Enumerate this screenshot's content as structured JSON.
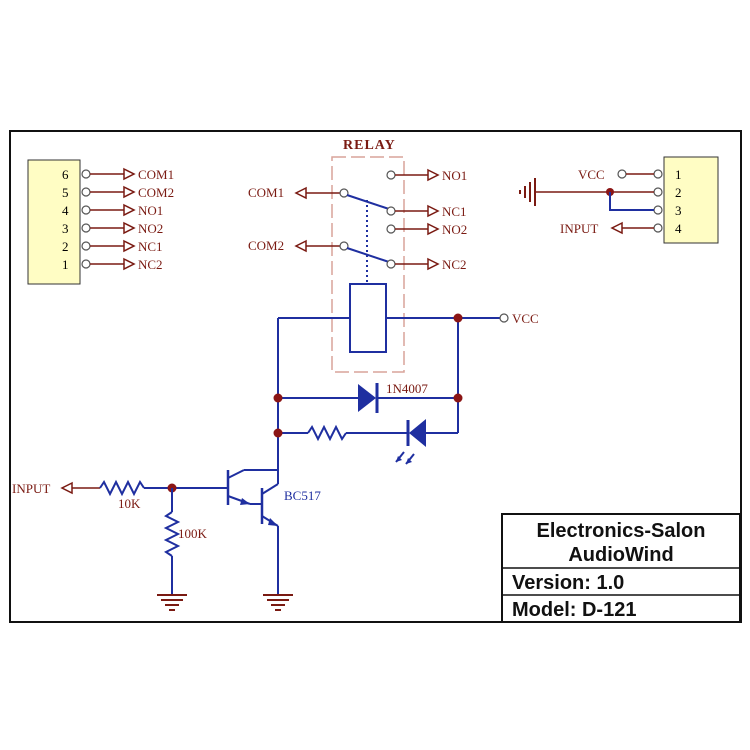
{
  "colors": {
    "wire": "#1f2fa0",
    "net_label": "#7a1a12",
    "junction": "#8b1515",
    "header_fill": "#fffdc4",
    "relay_outline": "#d9a49a"
  },
  "left_header": {
    "pins": [
      {
        "number": "6",
        "net": "COM1"
      },
      {
        "number": "5",
        "net": "COM2"
      },
      {
        "number": "4",
        "net": "NO1"
      },
      {
        "number": "3",
        "net": "NO2"
      },
      {
        "number": "2",
        "net": "NC1"
      },
      {
        "number": "1",
        "net": "NC2"
      }
    ]
  },
  "right_header": {
    "pins": [
      {
        "number": "1",
        "net": "VCC"
      },
      {
        "number": "2",
        "net": ""
      },
      {
        "number": "3",
        "net": ""
      },
      {
        "number": "4",
        "net": "INPUT"
      }
    ]
  },
  "relay": {
    "title": "RELAY",
    "com1": "COM1",
    "com2": "COM2",
    "no1": "NO1",
    "nc1": "NC1",
    "no2": "NO2",
    "nc2": "NC2"
  },
  "vcc_label": "VCC",
  "diode_label": "1N4007",
  "transistor_label": "BC517",
  "input_label": "INPUT",
  "r_series_label": "10K",
  "r_pulldown_label": "100K",
  "title_block": {
    "line1": "Electronics-Salon",
    "line2": "AudioWind",
    "version": "Version: 1.0",
    "model": "Model: D-121"
  }
}
